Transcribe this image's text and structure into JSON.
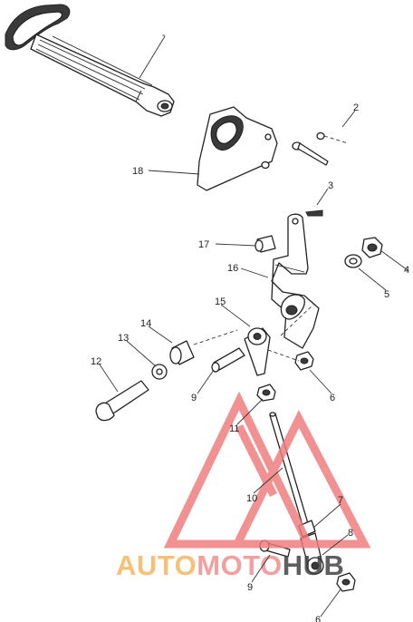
{
  "diagram": {
    "callouts": [
      {
        "id": "callout-top",
        "text": "-"
      },
      {
        "id": "callout-2",
        "text": "2"
      },
      {
        "id": "callout-18",
        "text": "18"
      },
      {
        "id": "callout-3",
        "text": "3"
      },
      {
        "id": "callout-17",
        "text": "17"
      },
      {
        "id": "callout-4",
        "text": "4"
      },
      {
        "id": "callout-16",
        "text": "16"
      },
      {
        "id": "callout-5",
        "text": "5"
      },
      {
        "id": "callout-15",
        "text": "15"
      },
      {
        "id": "callout-14",
        "text": "14"
      },
      {
        "id": "callout-13",
        "text": "13"
      },
      {
        "id": "callout-12",
        "text": "12"
      },
      {
        "id": "callout-9a",
        "text": "9"
      },
      {
        "id": "callout-6a",
        "text": "6"
      },
      {
        "id": "callout-11",
        "text": "11"
      },
      {
        "id": "callout-10",
        "text": "10"
      },
      {
        "id": "callout-7",
        "text": "7"
      },
      {
        "id": "callout-8",
        "text": "8"
      },
      {
        "id": "callout-9b",
        "text": "9"
      },
      {
        "id": "callout-6b",
        "text": "6"
      }
    ]
  },
  "watermark": {
    "part1": "AUTO",
    "part2": "MOTO",
    "part3": "HUB",
    "colors": {
      "triangle": "#f07a7a",
      "auto": "#f6b35a",
      "moto": "#f08a8a",
      "hub": "#3c3c3c"
    }
  }
}
